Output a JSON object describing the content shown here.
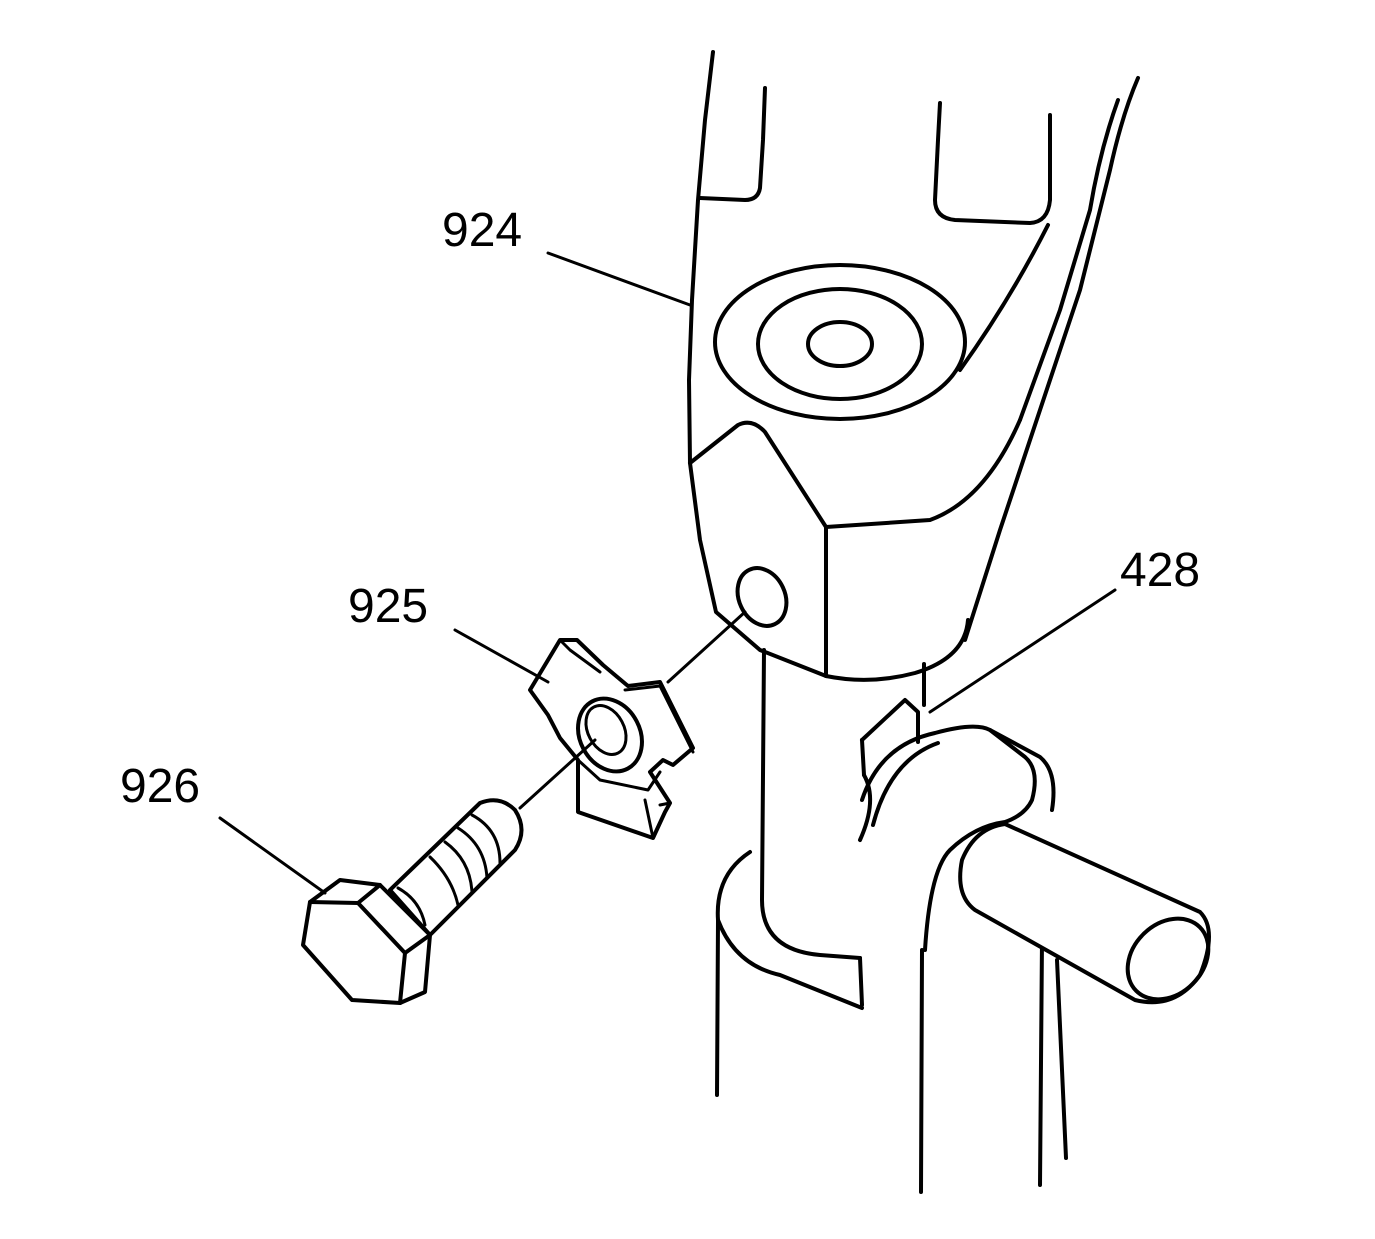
{
  "callouts": [
    {
      "id": "924",
      "label": "924"
    },
    {
      "id": "925",
      "label": "925"
    },
    {
      "id": "926",
      "label": "926"
    },
    {
      "id": "428",
      "label": "428"
    }
  ]
}
